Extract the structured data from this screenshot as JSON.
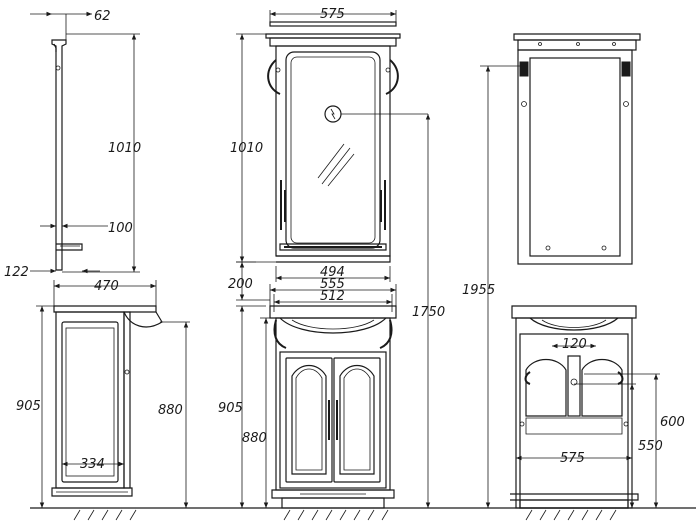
{
  "dimensions": {
    "top_view": {
      "depth": "62",
      "height": "1010",
      "shelf": "100",
      "offset": "122"
    },
    "mirror": {
      "width": "575",
      "height": "1010"
    },
    "rear": {
      "total_height": "1955"
    },
    "mid": {
      "gap": "200",
      "top": "494",
      "basin": "555",
      "cab": "512",
      "h1750": "1750"
    },
    "side_cab": {
      "depth": "470",
      "h905": "905",
      "h880": "880",
      "inner": "334"
    },
    "front_cab": {
      "h905": "905",
      "h880": "880"
    },
    "back_cab": {
      "h120": "120",
      "h600": "600",
      "h550": "550",
      "w575": "575"
    }
  },
  "icons": {
    "lamp": "lamp-icon",
    "arrow": "arrow-icon"
  },
  "colors": {
    "ink": "#1a1a1a",
    "paper": "#ffffff"
  }
}
